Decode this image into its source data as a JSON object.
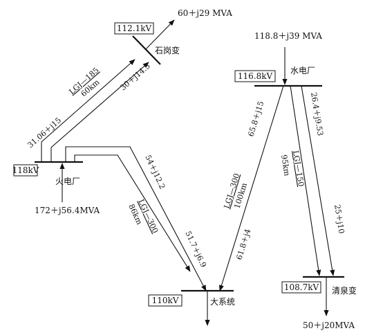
{
  "stations": {
    "shigang": {
      "name": "石岗变",
      "voltage": "112.1kV",
      "load": "60＋j29 MVA"
    },
    "thermal": {
      "name": "火电厂",
      "voltage": "118kV",
      "gen": "172＋j56.4MVA"
    },
    "hydro": {
      "name": "水电厂",
      "voltage": "116.8kV",
      "gen": "118.8＋j39 MVA"
    },
    "system": {
      "name": "大系统",
      "voltage": "110kV"
    },
    "qingquan": {
      "name": "清泉变",
      "voltage": "108.7kV",
      "load": "50＋j20MVA"
    }
  },
  "lines": {
    "thermal_shigang": {
      "type": "LGJ—185",
      "length": "60km",
      "flow_out": "31.06＋j15",
      "flow_in": "30＋j14.5"
    },
    "thermal_system": {
      "type": "LGJ—300",
      "length": "86km",
      "flow_out": "54＋j12.2",
      "flow_in": "51.7＋j6.9"
    },
    "hydro_system": {
      "type": "LGJ—300",
      "length": "100km",
      "flow_out": "65.8＋j15",
      "flow_in": "61.8＋j4"
    },
    "hydro_qingquan": {
      "type": "LGJ—150",
      "length": "95km",
      "flow_out": "26.4＋j9.53",
      "flow_in": "25＋j10"
    }
  }
}
